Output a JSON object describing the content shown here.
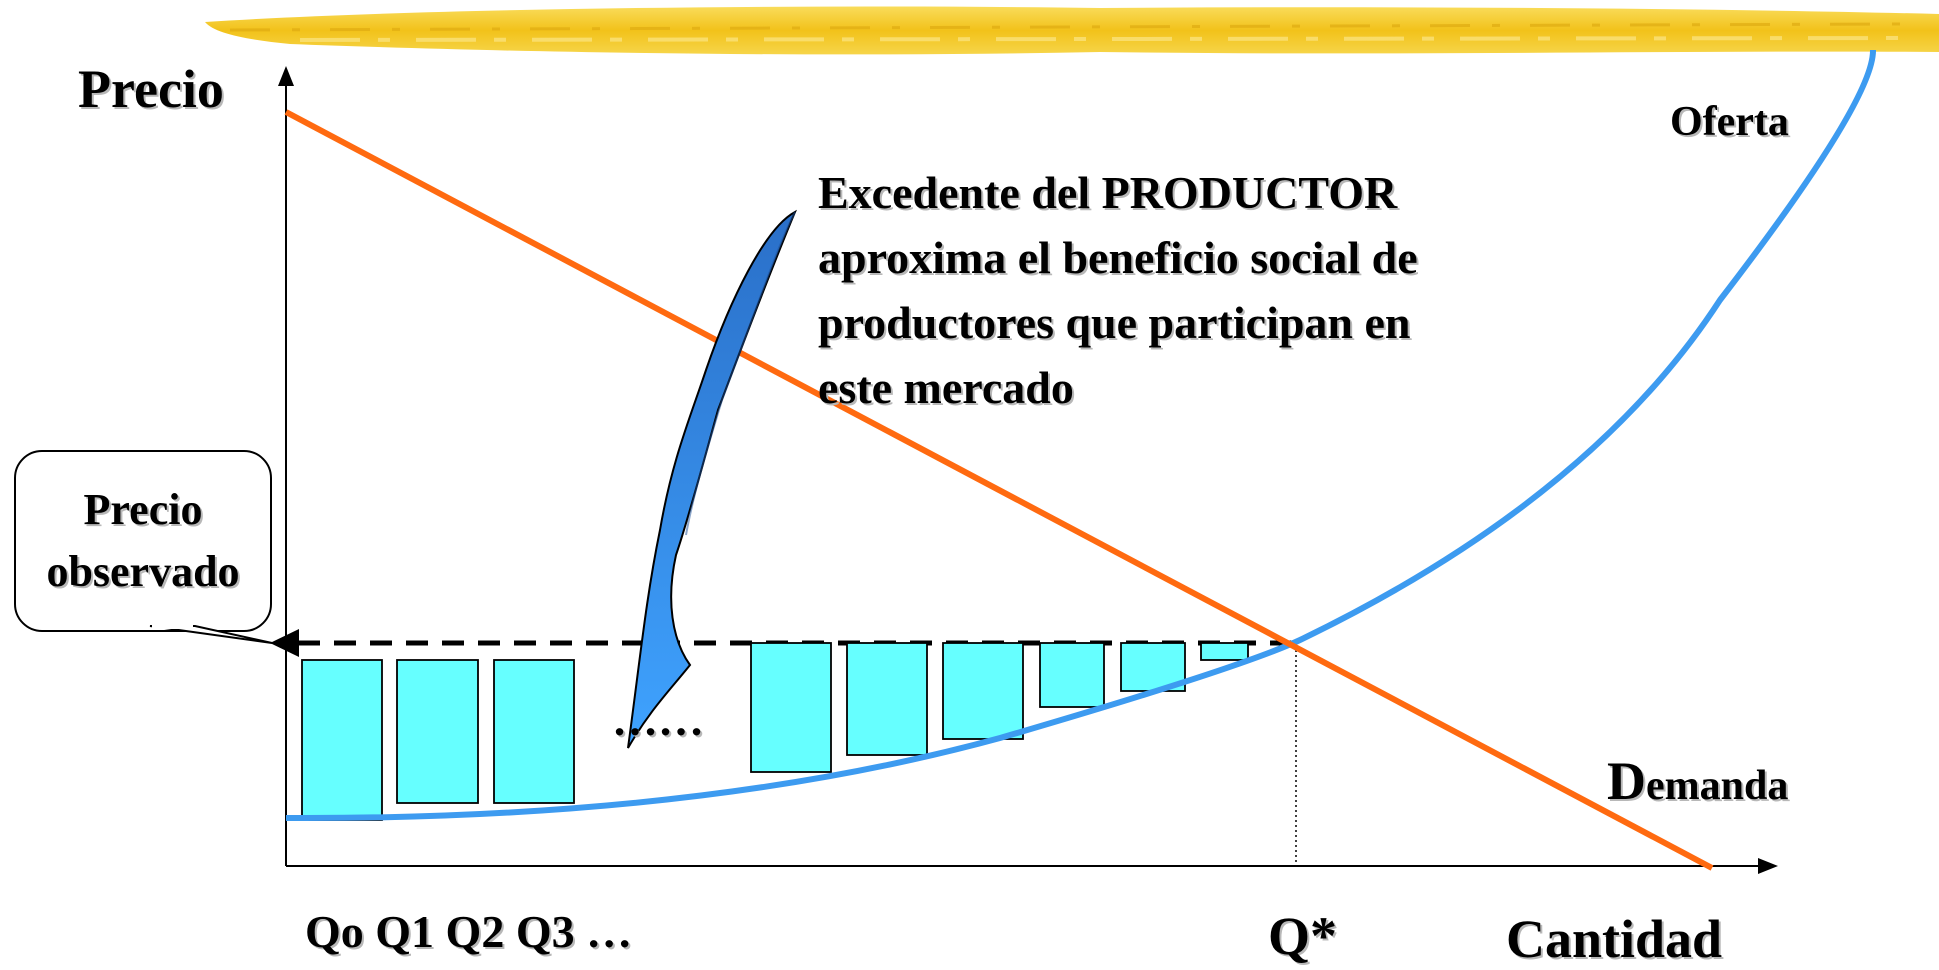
{
  "axes": {
    "y_label": "Precio",
    "x_label": "Cantidad"
  },
  "curves": {
    "supply_label": "Oferta",
    "demand_label_initial": "D",
    "demand_label_rest": "emanda",
    "supply_color": "#3d9bf0",
    "demand_color": "#ff6a10"
  },
  "annotations": {
    "note_lines": [
      "Excedente del PRODUCTOR",
      "aproxima el beneficio social de",
      "productores que participan en",
      "este mercado"
    ],
    "price_callout_line1": "Precio",
    "price_callout_line2": "observado",
    "q_star": "Q*",
    "q_ticks": "Qo Q1 Q2 Q3 …",
    "dots": "……"
  },
  "colors": {
    "bar_fill": "#66ffff",
    "arrow_dark": "#2a6fc8",
    "arrow_light": "#3fa3ff",
    "brush_stroke": "#f5c518"
  }
}
